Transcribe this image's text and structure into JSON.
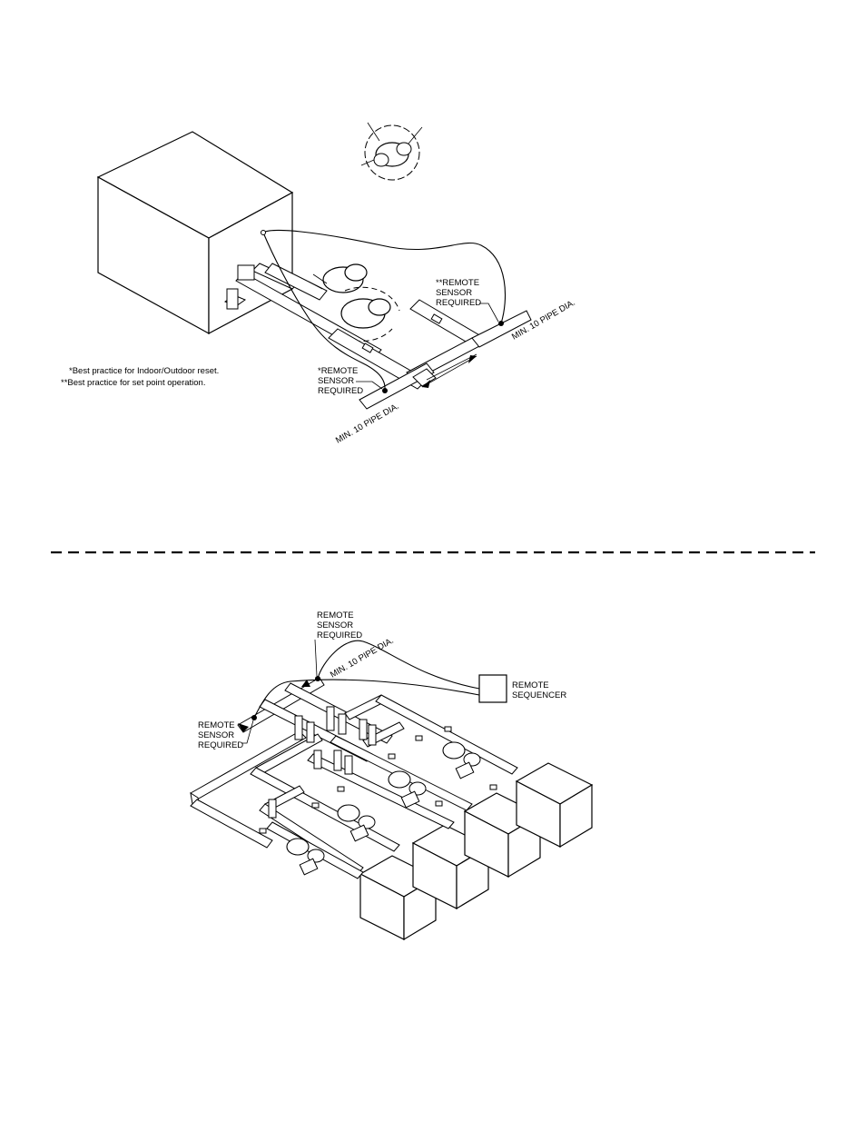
{
  "top_diagram": {
    "notes": [
      "*Best practice for Indoor/Outdoor reset.",
      "**Best practice for set point operation."
    ],
    "sensor_star": [
      "*REMOTE",
      "SENSOR",
      "REQUIRED"
    ],
    "sensor_double_star": [
      "**REMOTE",
      "SENSOR",
      "REQUIRED"
    ],
    "min_pipe_left": "MIN. 10 PIPE DIA.",
    "min_pipe_right": "MIN. 10 PIPE DIA."
  },
  "bottom_diagram": {
    "sensor_top": [
      "REMOTE",
      "SENSOR",
      "REQUIRED"
    ],
    "sensor_left": [
      "REMOTE",
      "SENSOR",
      "REQUIRED"
    ],
    "sequencer": [
      "REMOTE",
      "SEQUENCER"
    ],
    "min_pipe": "MIN. 10 PIPE DIA."
  }
}
